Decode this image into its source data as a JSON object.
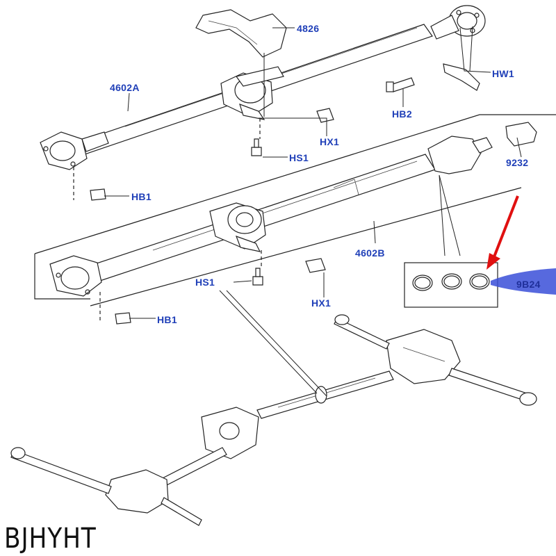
{
  "callouts": {
    "c4826": "4826",
    "c4602a": "4602A",
    "hw1": "HW1",
    "hb2": "HB2",
    "hx1_top": "HX1",
    "hs1_top": "HS1",
    "hb1_top": "HB1",
    "c9232": "9232",
    "c4602b": "4602B",
    "hs1_bottom": "HS1",
    "hx1_bottom": "HX1",
    "hb1_bottom": "HB1",
    "c9b24": "9B24"
  },
  "watermark": "BJHYHT",
  "colors": {
    "callout_text": "#1f3fb8",
    "highlight_arrow": "#e01010",
    "highlight_blob": "#3a4fd8"
  }
}
